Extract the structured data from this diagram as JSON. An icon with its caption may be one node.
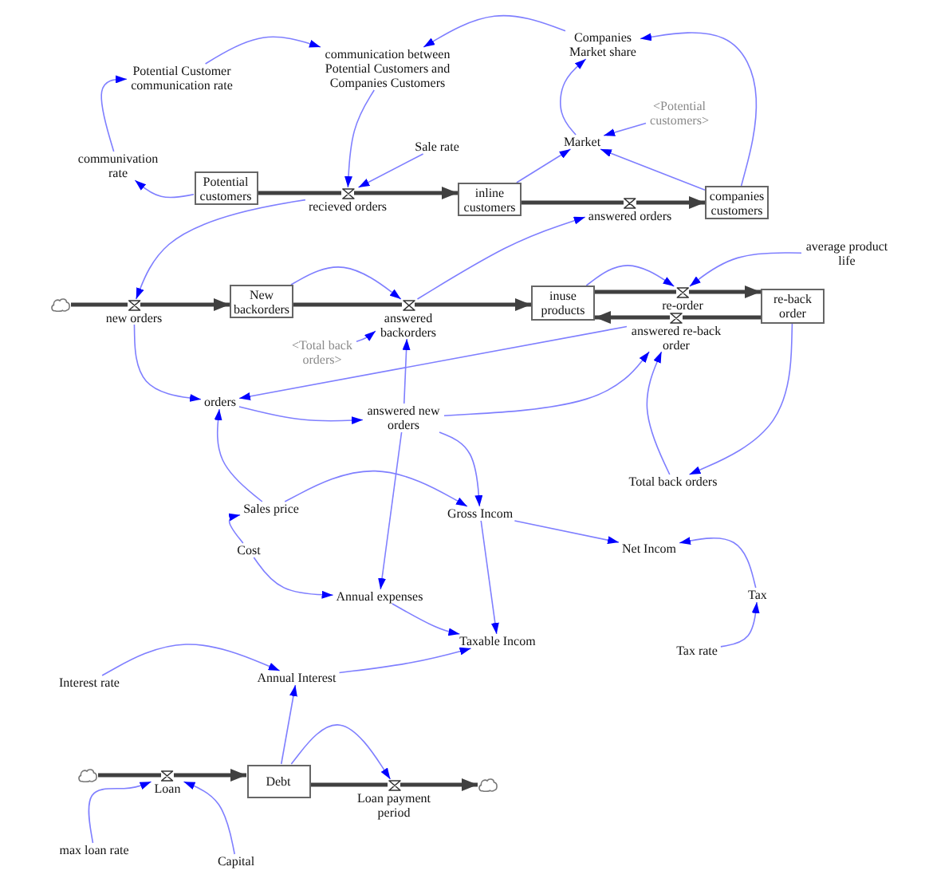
{
  "diagram": {
    "nodes": [
      {
        "text": [
          "Potential Customer communication rate"
        ]
      },
      {
        "text": [
          "communication between Potential Customers and Companies Customers"
        ]
      },
      {
        "text": [
          "Companies Market share"
        ]
      },
      {
        "text": [
          "communivation rate"
        ]
      },
      {
        "text": [
          "Sale rate"
        ]
      },
      {
        "text": [
          "<Potential customers>"
        ]
      },
      {
        "text": [
          "Market"
        ]
      },
      {
        "text": [
          "Potential customers"
        ]
      },
      {
        "text": [
          "recieved orders"
        ]
      },
      {
        "text": [
          "inline customers"
        ]
      },
      {
        "text": [
          "answered orders"
        ]
      },
      {
        "text": [
          "companies customers"
        ]
      },
      {
        "text": [
          "average product life"
        ]
      },
      {
        "text": [],
        "shape": "cloud"
      },
      {
        "text": [
          "new orders"
        ]
      },
      {
        "text": [
          "New backorders"
        ]
      },
      {
        "text": [
          "answered backorders"
        ]
      },
      {
        "text": [
          "inuse products"
        ]
      },
      {
        "text": [
          "re-order"
        ]
      },
      {
        "text": [
          "answered re-back order"
        ]
      },
      {
        "text": [
          "re-back order"
        ]
      },
      {
        "text": [
          "<Total back orders>"
        ]
      },
      {
        "text": [
          "orders"
        ]
      },
      {
        "text": [
          "answered new orders"
        ]
      },
      {
        "text": [
          "Total back orders"
        ]
      },
      {
        "text": [
          "Sales price"
        ]
      },
      {
        "text": [
          "Gross Incom"
        ]
      },
      {
        "text": [
          "Cost"
        ]
      },
      {
        "text": [
          "Net Incom"
        ]
      },
      {
        "text": [
          "Annual expenses"
        ]
      },
      {
        "text": [
          "Tax"
        ]
      },
      {
        "text": [
          "Taxable Incom"
        ]
      },
      {
        "text": [
          "Tax rate"
        ]
      },
      {
        "text": [
          "Interest rate"
        ]
      },
      {
        "text": [
          "Annual Interest"
        ]
      },
      {
        "text": [],
        "shape": "cloud"
      },
      {
        "text": [
          "Loan"
        ]
      },
      {
        "text": [
          "Debt"
        ]
      },
      {
        "text": [
          "Loan payment period"
        ]
      },
      {
        "text": [],
        "shape": "cloud"
      },
      {
        "text": [
          "max loan rate"
        ]
      },
      {
        "text": [
          "Capital"
        ]
      }
    ],
    "edges": [
      {
        "from": 3,
        "to": 0,
        "arrow": "to"
      },
      {
        "from": 7,
        "to": 3,
        "arrow": "to"
      },
      {
        "from": 0,
        "to": 1,
        "arrow": "to"
      },
      {
        "from": 2,
        "to": 1,
        "arrow": "to"
      },
      {
        "from": 1,
        "to": 8,
        "arrow": "to"
      },
      {
        "from": 4,
        "to": 8,
        "arrow": "to"
      },
      {
        "from": 11,
        "to": 2,
        "arrow": "to"
      },
      {
        "from": 6,
        "to": 2,
        "arrow": "to"
      },
      {
        "from": 5,
        "to": 6,
        "arrow": "to"
      },
      {
        "from": 9,
        "to": 6,
        "arrow": "to"
      },
      {
        "from": 11,
        "to": 6,
        "arrow": "to"
      },
      {
        "from": 7,
        "to": 8,
        "arrow": "none",
        "style": "thick",
        "color": "#404040"
      },
      {
        "from": 8,
        "to": 9,
        "arrow": "to",
        "style": "thick",
        "color": "#404040"
      },
      {
        "from": 9,
        "to": 10,
        "arrow": "none",
        "style": "thick",
        "color": "#404040"
      },
      {
        "from": 10,
        "to": 11,
        "arrow": "to",
        "style": "thick",
        "color": "#404040"
      },
      {
        "from": 8,
        "to": 14,
        "arrow": "to"
      },
      {
        "from": 16,
        "to": 10,
        "arrow": "to"
      },
      {
        "from": 13,
        "to": 14,
        "arrow": "none",
        "style": "thick",
        "color": "#404040"
      },
      {
        "from": 14,
        "to": 15,
        "arrow": "to",
        "style": "thick",
        "color": "#404040"
      },
      {
        "from": 15,
        "to": 16,
        "arrow": "none",
        "style": "thick",
        "color": "#404040"
      },
      {
        "from": 16,
        "to": 17,
        "arrow": "to",
        "style": "thick",
        "color": "#404040"
      },
      {
        "from": 17,
        "to": 18,
        "arrow": "none",
        "style": "thick",
        "color": "#404040"
      },
      {
        "from": 18,
        "to": 20,
        "arrow": "to",
        "style": "thick",
        "color": "#404040"
      },
      {
        "from": 20,
        "to": 19,
        "arrow": "none",
        "style": "thick",
        "color": "#404040"
      },
      {
        "from": 19,
        "to": 17,
        "arrow": "to",
        "style": "thick",
        "color": "#404040"
      },
      {
        "from": 15,
        "to": 16,
        "arrow": "to"
      },
      {
        "from": 21,
        "to": 16,
        "arrow": "to"
      },
      {
        "from": 23,
        "to": 16,
        "arrow": "to"
      },
      {
        "from": 23,
        "to": 29,
        "arrow": "to"
      },
      {
        "from": 14,
        "to": 22,
        "arrow": "to"
      },
      {
        "from": 19,
        "to": 22,
        "arrow": "to"
      },
      {
        "from": 22,
        "to": 23,
        "arrow": "to"
      },
      {
        "from": 23,
        "to": 19,
        "arrow": "to"
      },
      {
        "from": 24,
        "to": 19,
        "arrow": "to"
      },
      {
        "from": 20,
        "to": 24,
        "arrow": "to"
      },
      {
        "from": 17,
        "to": 18,
        "arrow": "to"
      },
      {
        "from": 12,
        "to": 18,
        "arrow": "to"
      },
      {
        "from": 23,
        "to": 26,
        "arrow": "to"
      },
      {
        "from": 25,
        "to": 26,
        "arrow": "to"
      },
      {
        "from": 25,
        "to": 22,
        "arrow": "to"
      },
      {
        "from": 27,
        "to": 25,
        "arrow": "to"
      },
      {
        "from": 27,
        "to": 29,
        "arrow": "to"
      },
      {
        "from": 26,
        "to": 28,
        "arrow": "to"
      },
      {
        "from": 26,
        "to": 31,
        "arrow": "to"
      },
      {
        "from": 30,
        "to": 28,
        "arrow": "to"
      },
      {
        "from": 32,
        "to": 30,
        "arrow": "to"
      },
      {
        "from": 29,
        "to": 31,
        "arrow": "to"
      },
      {
        "from": 34,
        "to": 31,
        "arrow": "to"
      },
      {
        "from": 33,
        "to": 34,
        "arrow": "to"
      },
      {
        "from": 37,
        "to": 34,
        "arrow": "to"
      },
      {
        "from": 37,
        "to": 38,
        "arrow": "to"
      },
      {
        "from": 40,
        "to": 36,
        "arrow": "to"
      },
      {
        "from": 41,
        "to": 36,
        "arrow": "to"
      },
      {
        "from": 35,
        "to": 36,
        "arrow": "none",
        "style": "thick",
        "color": "#404040"
      },
      {
        "from": 36,
        "to": 37,
        "arrow": "to",
        "style": "thick",
        "color": "#404040"
      },
      {
        "from": 37,
        "to": 38,
        "arrow": "none",
        "style": "thick",
        "color": "#404040"
      },
      {
        "from": 38,
        "to": 39,
        "arrow": "to",
        "style": "thick",
        "color": "#404040"
      }
    ]
  }
}
